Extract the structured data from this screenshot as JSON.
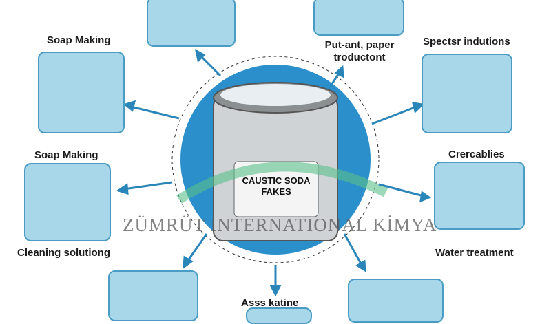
{
  "center": {
    "drum_title": "CAUSTIC SODA",
    "drum_subtitle": "FAKES"
  },
  "labels": {
    "top_left": "Soap Making",
    "mid_left": "Soap Making",
    "bottom_left": "Cleaning solutiong",
    "bottom_center": "Asss katine",
    "top_center_right": "Put-ant, paper troductont",
    "top_right": "Spectsr indutions",
    "mid_right": "Crercablies",
    "bottom_right": "Water treatment"
  },
  "watermark": "ZÜMRÜT INTERNATIONAL KİMYA",
  "colors": {
    "arrow": "#2a86b8",
    "circle": "#2b8fcb",
    "panel": "#a9d7ea"
  }
}
